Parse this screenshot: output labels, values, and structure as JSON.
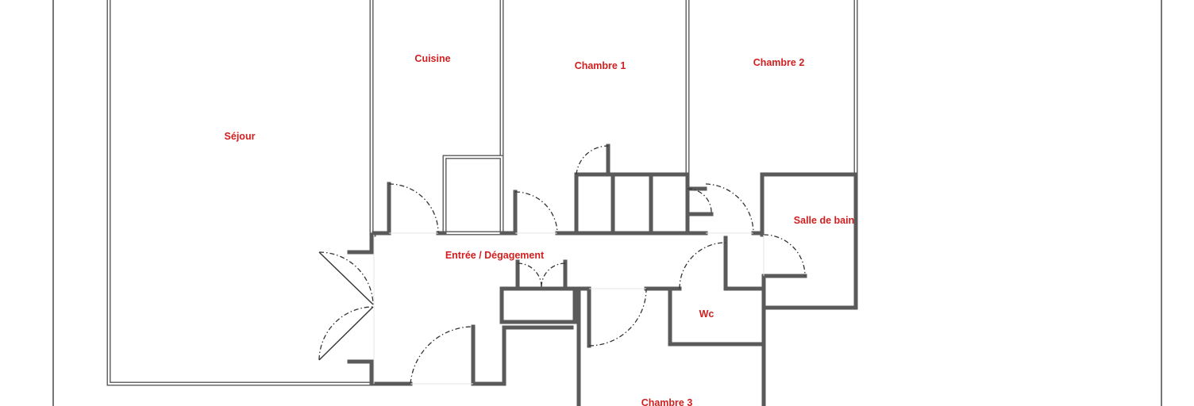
{
  "floor_plan": {
    "colors": {
      "wall": "#5a5a5a",
      "label": "#d11f1f",
      "background": "#ffffff"
    },
    "rooms": {
      "sejour": "Séjour",
      "cuisine": "Cuisine",
      "chambre1": "Chambre 1",
      "chambre2": "Chambre 2",
      "salle_de_bain": "Salle de bain",
      "entree": "Entrée / Dégagement",
      "wc": "Wc",
      "chambre3": "Chambre 3"
    }
  }
}
